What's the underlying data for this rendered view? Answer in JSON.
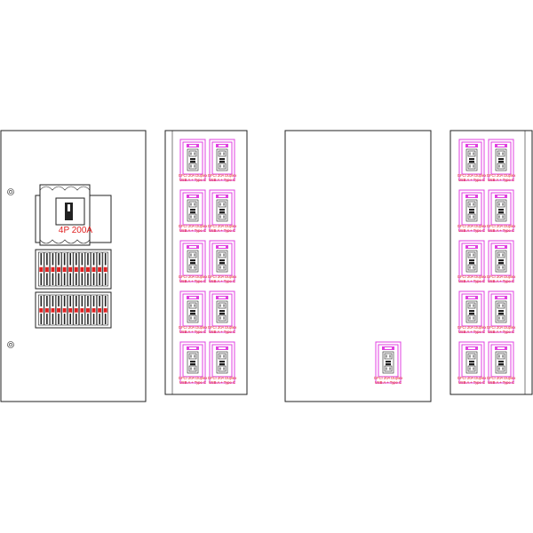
{
  "main_breaker": {
    "label": "4P 200A"
  },
  "receptacle": {
    "line1": "GFCI 20A Duplex",
    "line2": "USB A + Type C"
  },
  "panels": [
    {
      "id": "breaker-panel",
      "kind": "breaker"
    },
    {
      "id": "receptacle-panel-left",
      "kind": "receptacles",
      "rows": 5,
      "cols": 2
    },
    {
      "id": "receptacle-panel-single",
      "kind": "receptacles",
      "rows": 1,
      "cols": 1
    },
    {
      "id": "receptacle-panel-right",
      "kind": "receptacles",
      "rows": 5,
      "cols": 2
    }
  ],
  "colors": {
    "outline": "#222222",
    "receptacle": "#e040e0",
    "label": "#e02020"
  }
}
